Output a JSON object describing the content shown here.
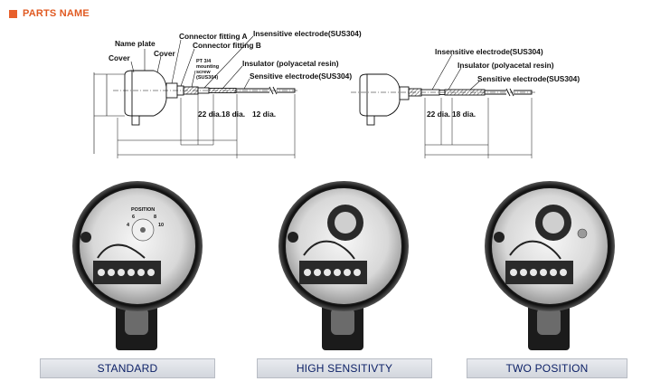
{
  "section": {
    "title": "PARTS NAME"
  },
  "left_diagram": {
    "labels": {
      "name_plate": "Name plate",
      "cover_1": "Cover",
      "cover_2": "Cover",
      "connector_a": "Connector fitting A",
      "connector_b": "Connector fitting B",
      "insensitive": "Insensitive electrode(SUS304)",
      "pt_line1": "PT 3/4",
      "pt_line2": "mounting",
      "pt_line3": "screw",
      "pt_line4": "(SUS304)",
      "insulator": "Insulator (polyacetal resin)",
      "sensitive": "Sensitive electrode(SUS304)",
      "dia22": "22 dia.",
      "dia18": "18 dia.",
      "dia12": "12 dia."
    }
  },
  "right_diagram": {
    "labels": {
      "insensitive": "Insensitive electrode(SUS304)",
      "insulator": "Insulator (polyacetal resin)",
      "sensitive": "Sensitive electrode(SUS304)",
      "dia22": "22 dia.",
      "dia18": "18 dia."
    }
  },
  "photos": {
    "standard_caption": "POSITION",
    "standard_scale": [
      "4",
      "6",
      "8",
      "10"
    ]
  },
  "captions": {
    "standard": "STANDARD",
    "high_sensitivity": "HIGH SENSITIVTY",
    "two_position": "TWO POSITION"
  },
  "colors": {
    "accent": "#e8602c",
    "caption_text": "#0b1f66"
  }
}
